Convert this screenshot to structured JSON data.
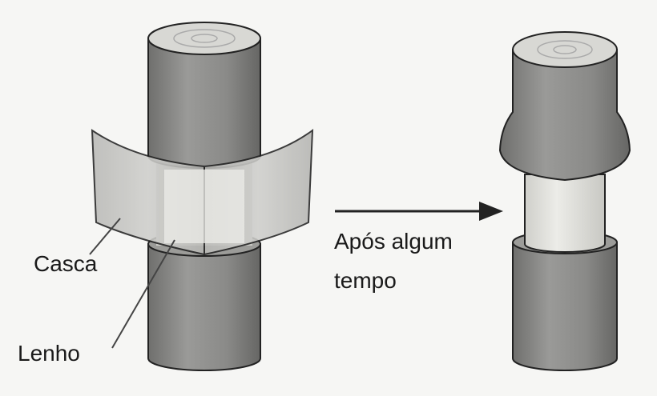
{
  "labels": {
    "bark": "Casca",
    "wood": "Lenho",
    "after_line1": "Após algum",
    "after_line2": "tempo"
  },
  "colors": {
    "background": "#f6f6f4",
    "bark": "#8a8a88",
    "bark_dark": "#6e6e6c",
    "wood": "#e2e2dd",
    "outline": "#222222",
    "text": "#1a1a1a"
  }
}
